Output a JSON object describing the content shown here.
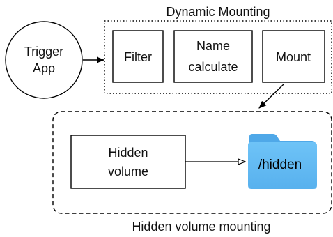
{
  "groups": {
    "dynamic_mounting": {
      "title": "Dynamic Mounting"
    },
    "hidden_volume_mounting": {
      "title": "Hidden volume mounting"
    }
  },
  "nodes": {
    "trigger_app": {
      "line1": "Trigger",
      "line2": "App"
    },
    "filter": {
      "label": "Filter"
    },
    "name_calculate": {
      "line1": "Name",
      "line2": "calculate"
    },
    "mount": {
      "label": "Mount"
    },
    "hidden_volume": {
      "line1": "Hidden",
      "line2": "volume"
    },
    "hidden_folder": {
      "label": "/hidden",
      "icon": "folder-icon",
      "color": "#5AB5F2"
    }
  },
  "edges": [
    {
      "from": "Trigger App",
      "to": "Dynamic Mounting"
    },
    {
      "from": "Mount",
      "to": "Hidden volume mounting"
    },
    {
      "from": "Hidden volume",
      "to": "/hidden"
    }
  ]
}
